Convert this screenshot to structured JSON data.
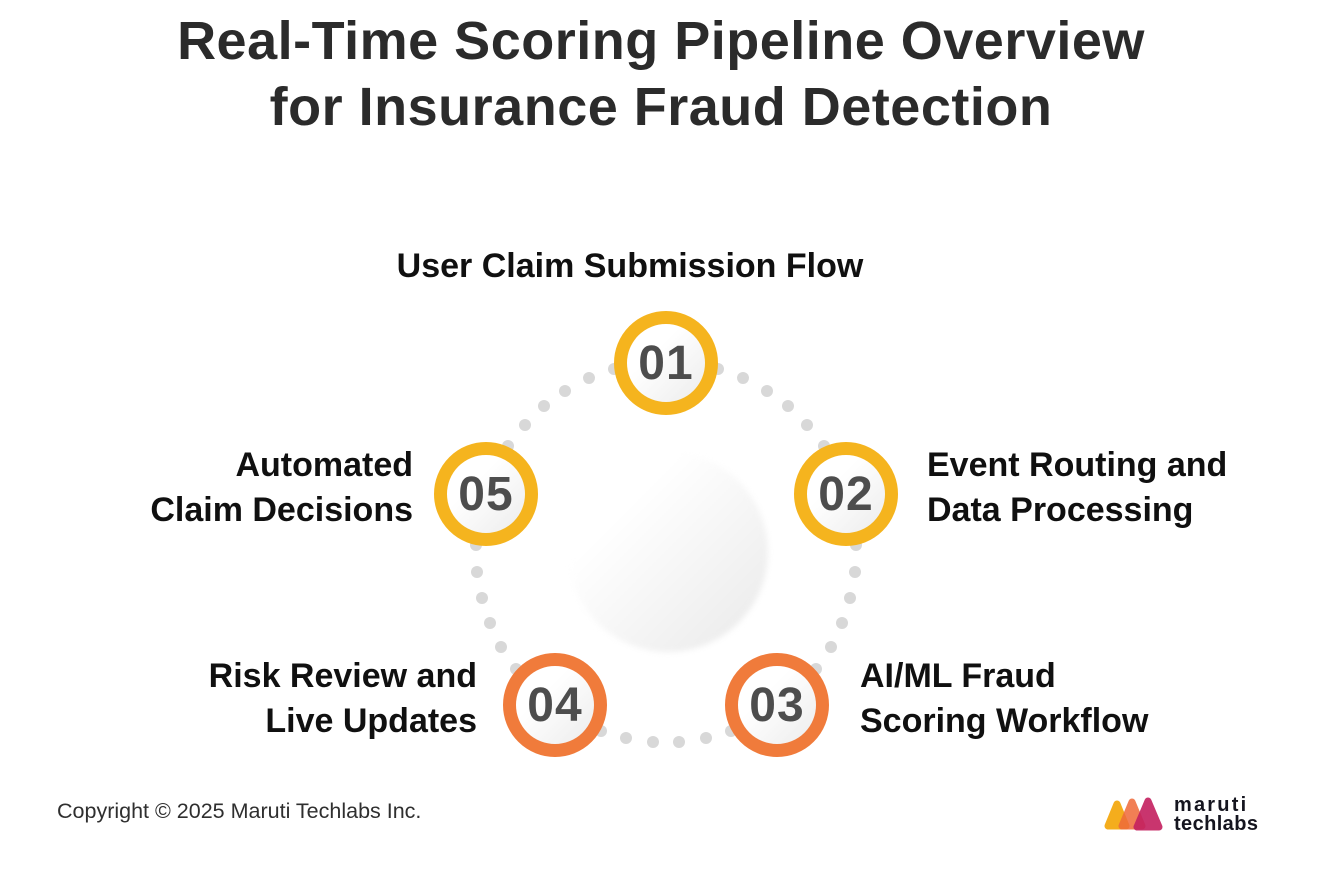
{
  "title": {
    "lines": [
      "Real-Time Scoring Pipeline Overview",
      "for Insurance Fraud Detection"
    ]
  },
  "diagram": {
    "steps": [
      {
        "number": "01",
        "label_lines": [
          "User Claim Submission Flow"
        ],
        "ring_color": "#F5B41E",
        "position": "top"
      },
      {
        "number": "02",
        "label_lines": [
          "Event Routing and",
          "Data Processing"
        ],
        "ring_color": "#F5B41E",
        "position": "upper-right"
      },
      {
        "number": "03",
        "label_lines": [
          "AI/ML Fraud",
          "Scoring Workflow"
        ],
        "ring_color": "#F07B3B",
        "position": "lower-right"
      },
      {
        "number": "04",
        "label_lines": [
          "Risk Review and",
          "Live Updates"
        ],
        "ring_color": "#F07B3B",
        "position": "lower-left"
      },
      {
        "number": "05",
        "label_lines": [
          "Automated",
          "Claim Decisions"
        ],
        "ring_color": "#F5B41E",
        "position": "upper-left"
      }
    ],
    "number_color": "#4D4D4D",
    "dot_color": "#D8D8D8"
  },
  "footer": {
    "copyright": "Copyright © 2025 Maruti Techlabs Inc.",
    "logo": {
      "text_lines": [
        "maruti",
        "techlabs"
      ],
      "colors": {
        "yellow": "#F4AD1D",
        "orange": "#EF6B3A",
        "magenta": "#C4205F"
      }
    }
  }
}
